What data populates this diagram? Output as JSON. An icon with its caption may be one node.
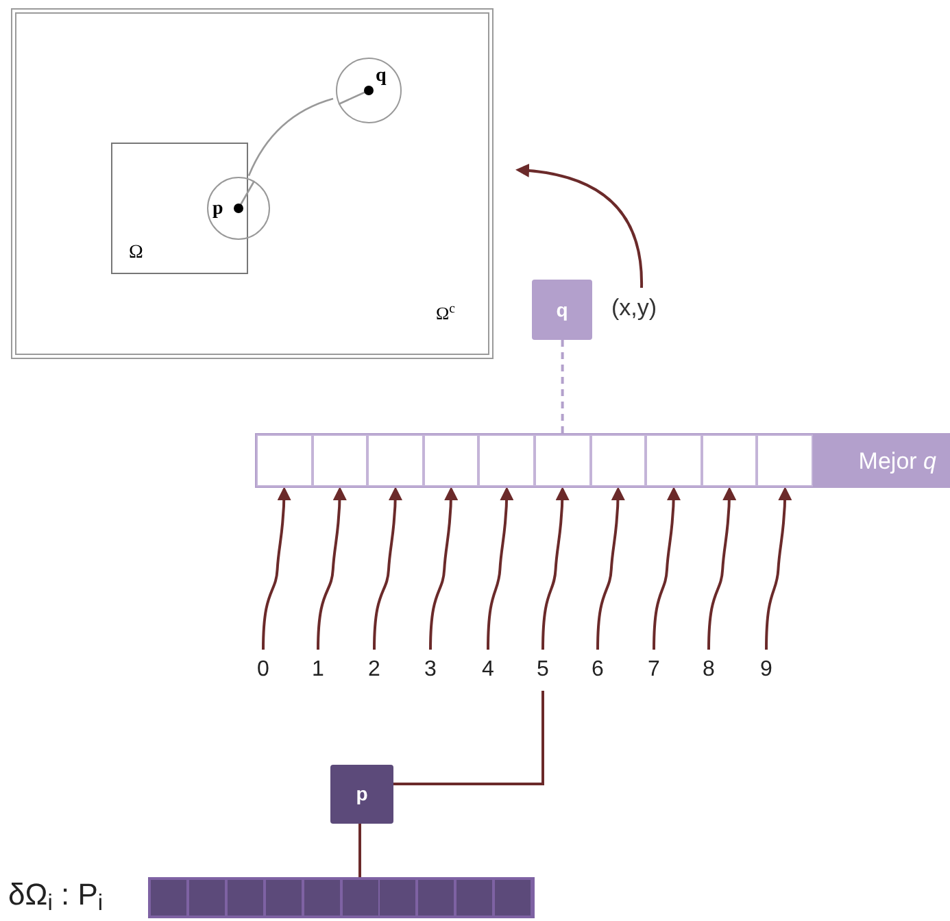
{
  "diagram": {
    "nodes": [
      {
        "text": [
          "Ω$^{c}$"
        ]
      },
      {
        "text": [
          "Ω"
        ],
        "in": 0
      },
      {
        "text": [
          "p"
        ],
        "in": 0
      },
      {
        "text": [
          "q"
        ],
        "in": 0
      },
      {
        "text": [
          "q"
        ],
        "beside": [
          "(x,y)"
        ]
      },
      {
        "text": [
          "Mejor *q*"
        ]
      },
      {
        "text": [],
        "shape": "box",
        "in": 5
      },
      {
        "text": [],
        "shape": "box",
        "in": 5
      },
      {
        "text": [],
        "shape": "box",
        "in": 5
      },
      {
        "text": [],
        "shape": "box",
        "in": 5
      },
      {
        "text": [],
        "shape": "box",
        "in": 5
      },
      {
        "text": [],
        "shape": "box",
        "in": 5
      },
      {
        "text": [],
        "shape": "box",
        "in": 5
      },
      {
        "text": [],
        "shape": "box",
        "in": 5
      },
      {
        "text": [],
        "shape": "box",
        "in": 5
      },
      {
        "text": [],
        "shape": "box",
        "in": 5
      },
      {
        "text": [
          "0"
        ]
      },
      {
        "text": [
          "1"
        ]
      },
      {
        "text": [
          "2"
        ]
      },
      {
        "text": [
          "3"
        ]
      },
      {
        "text": [
          "4"
        ]
      },
      {
        "text": [
          "5"
        ]
      },
      {
        "text": [
          "6"
        ]
      },
      {
        "text": [
          "7"
        ]
      },
      {
        "text": [
          "8"
        ]
      },
      {
        "text": [
          "9"
        ]
      },
      {
        "text": [
          "p"
        ]
      },
      {
        "text": [],
        "shape": "bar",
        "beside": [
          "δΩ$_{i}$ : P$_{i}$"
        ]
      },
      {
        "text": [],
        "shape": "box",
        "in": 27
      },
      {
        "text": [],
        "shape": "box",
        "in": 27
      },
      {
        "text": [],
        "shape": "box",
        "in": 27
      },
      {
        "text": [],
        "shape": "box",
        "in": 27
      },
      {
        "text": [],
        "shape": "box",
        "in": 27
      },
      {
        "text": [],
        "shape": "box",
        "in": 27
      },
      {
        "text": [],
        "shape": "box",
        "in": 27
      },
      {
        "text": [],
        "shape": "box",
        "in": 27
      },
      {
        "text": [],
        "shape": "box",
        "in": 27
      },
      {
        "text": [],
        "shape": "box",
        "in": 27
      }
    ],
    "edges": [
      {
        "from": 2,
        "to": 3,
        "arrow": "none",
        "color": "#999999"
      },
      {
        "from": 4,
        "to": 0,
        "arrow": "to"
      },
      {
        "from": 4,
        "to": 11,
        "arrow": "none",
        "style": "dashed",
        "color": "#b3a0cc"
      },
      {
        "from": 16,
        "to": 6,
        "arrow": "to"
      },
      {
        "from": 17,
        "to": 7,
        "arrow": "to"
      },
      {
        "from": 18,
        "to": 8,
        "arrow": "to"
      },
      {
        "from": 19,
        "to": 9,
        "arrow": "to"
      },
      {
        "from": 20,
        "to": 10,
        "arrow": "to"
      },
      {
        "from": 21,
        "to": 11,
        "arrow": "to"
      },
      {
        "from": 22,
        "to": 12,
        "arrow": "to"
      },
      {
        "from": 23,
        "to": 13,
        "arrow": "to"
      },
      {
        "from": 24,
        "to": 14,
        "arrow": "to"
      },
      {
        "from": 25,
        "to": 15,
        "arrow": "to"
      },
      {
        "from": 26,
        "to": 21,
        "arrow": "none"
      },
      {
        "from": 26,
        "to": 33,
        "arrow": "none"
      }
    ]
  }
}
